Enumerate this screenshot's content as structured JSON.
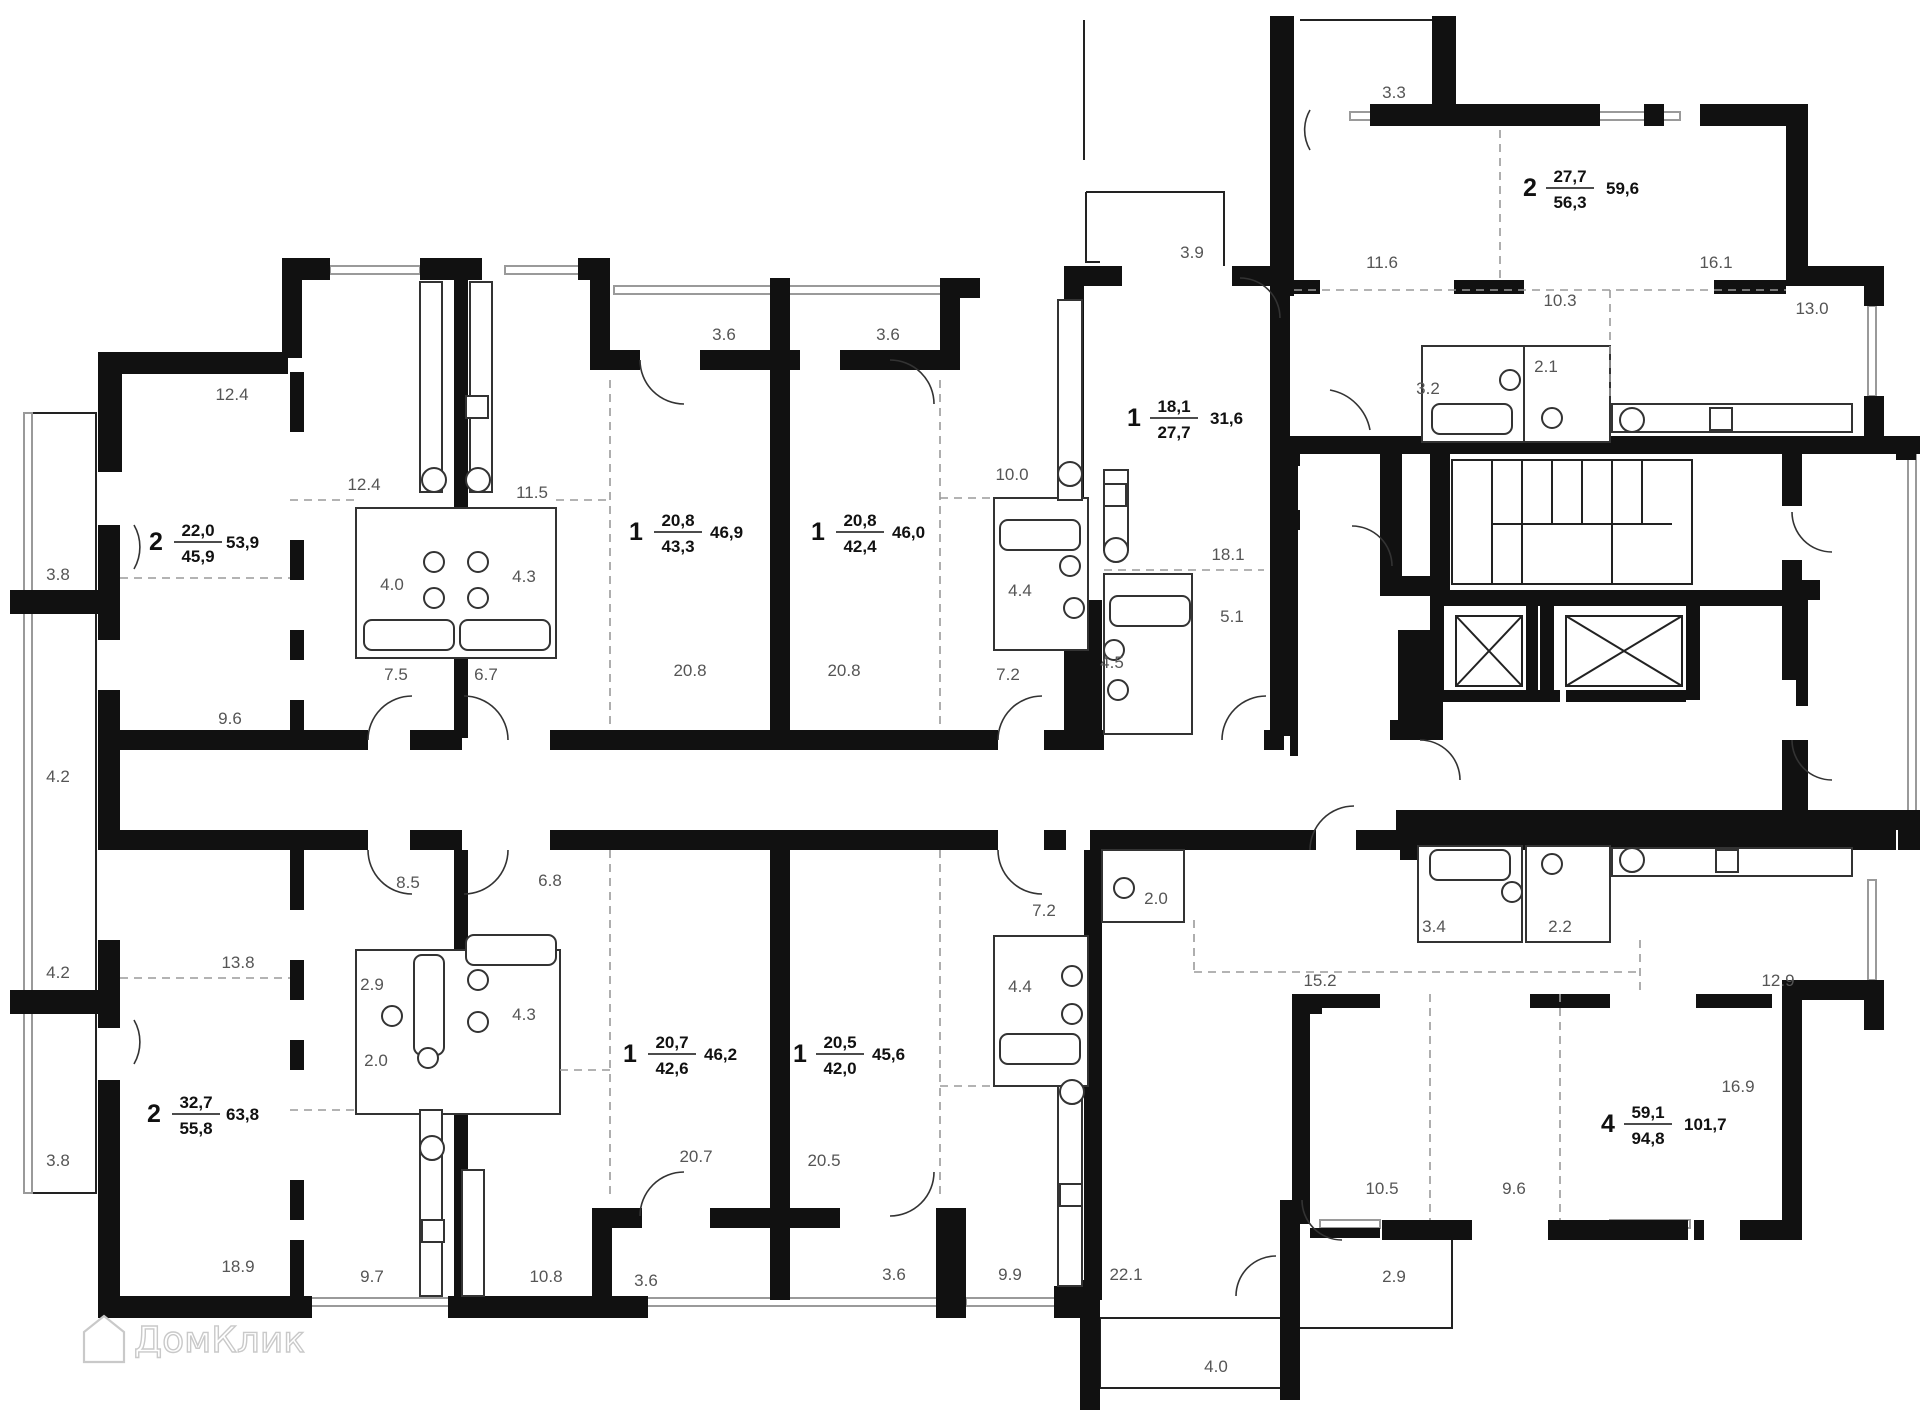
{
  "apartments": [
    {
      "rooms": "2",
      "living": "22,0",
      "usable": "45,9",
      "total": "53,9"
    },
    {
      "rooms": "1",
      "living": "20,8",
      "usable": "43,3",
      "total": "46,9"
    },
    {
      "rooms": "1",
      "living": "20,8",
      "usable": "42,4",
      "total": "46,0"
    },
    {
      "rooms": "1",
      "living": "18,1",
      "usable": "27,7",
      "total": "31,6"
    },
    {
      "rooms": "2",
      "living": "27,7",
      "usable": "56,3",
      "total": "59,6"
    },
    {
      "rooms": "2",
      "living": "32,7",
      "usable": "55,8",
      "total": "63,8"
    },
    {
      "rooms": "1",
      "living": "20,7",
      "usable": "42,6",
      "total": "46,2"
    },
    {
      "rooms": "1",
      "living": "20,5",
      "usable": "42,0",
      "total": "45,6"
    },
    {
      "rooms": "4",
      "living": "59,1",
      "usable": "94,8",
      "total": "101,7"
    }
  ],
  "room_areas": [
    "3.3",
    "3.9",
    "11.6",
    "16.1",
    "10.3",
    "13.0",
    "3.2",
    "2.1",
    "12.4",
    "12.4",
    "11.5",
    "3.6",
    "3.6",
    "10.0",
    "4.0",
    "4.3",
    "18.1",
    "4.4",
    "5.1",
    "4.5",
    "3.8",
    "9.6",
    "7.5",
    "6.7",
    "20.8",
    "20.8",
    "7.2",
    "4.2",
    "4.2",
    "8.5",
    "6.8",
    "7.2",
    "2.0",
    "13.8",
    "2.9",
    "4.3",
    "4.4",
    "3.4",
    "2.2",
    "15.2",
    "12.9",
    "2.0",
    "16.9",
    "3.8",
    "20.7",
    "20.5",
    "10.5",
    "9.6",
    "18.9",
    "9.7",
    "10.8",
    "3.6",
    "3.6",
    "9.9",
    "22.1",
    "2.9",
    "4.0"
  ],
  "watermark": "ДомКлик"
}
